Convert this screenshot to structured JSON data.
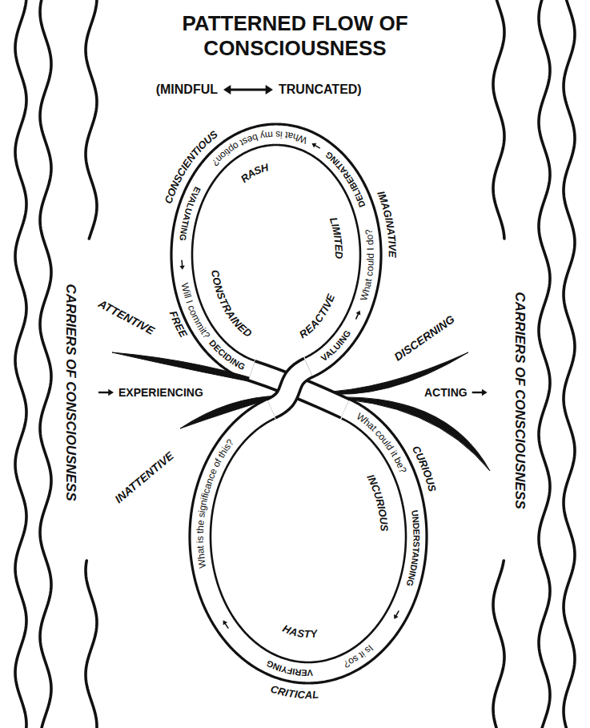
{
  "diagram": {
    "title": "PATTERNED FLOW OF CONSCIOUSNESS",
    "labels": [
      "(MINDFUL",
      "TRUNCATED)",
      "CARRIERS OF CONSCIOUSNESS",
      "CARRIERS OF CONSCIOUSNESS",
      "CONSCIENTIOUS",
      "What is my best option?",
      "RASH",
      "EVALUATING",
      "DELIBERATING",
      "IMAGINATIVE",
      "LIMITED",
      "What could I do?",
      "Will I commit?",
      "CONSTRAINED",
      "ATTENTIVE",
      "FREE",
      "DECIDING",
      "REACTIVE",
      "VALUING",
      "DISCERNING",
      "EXPERIENCING",
      "ACTING",
      "INATTENTIVE",
      "What could it be?",
      "CURIOUS",
      "INCURIOUS",
      "UNDERSTANDING",
      "What is the significance of this?",
      "HASTY",
      "Is it so?",
      "VERIFYING",
      "CRITICAL"
    ]
  }
}
